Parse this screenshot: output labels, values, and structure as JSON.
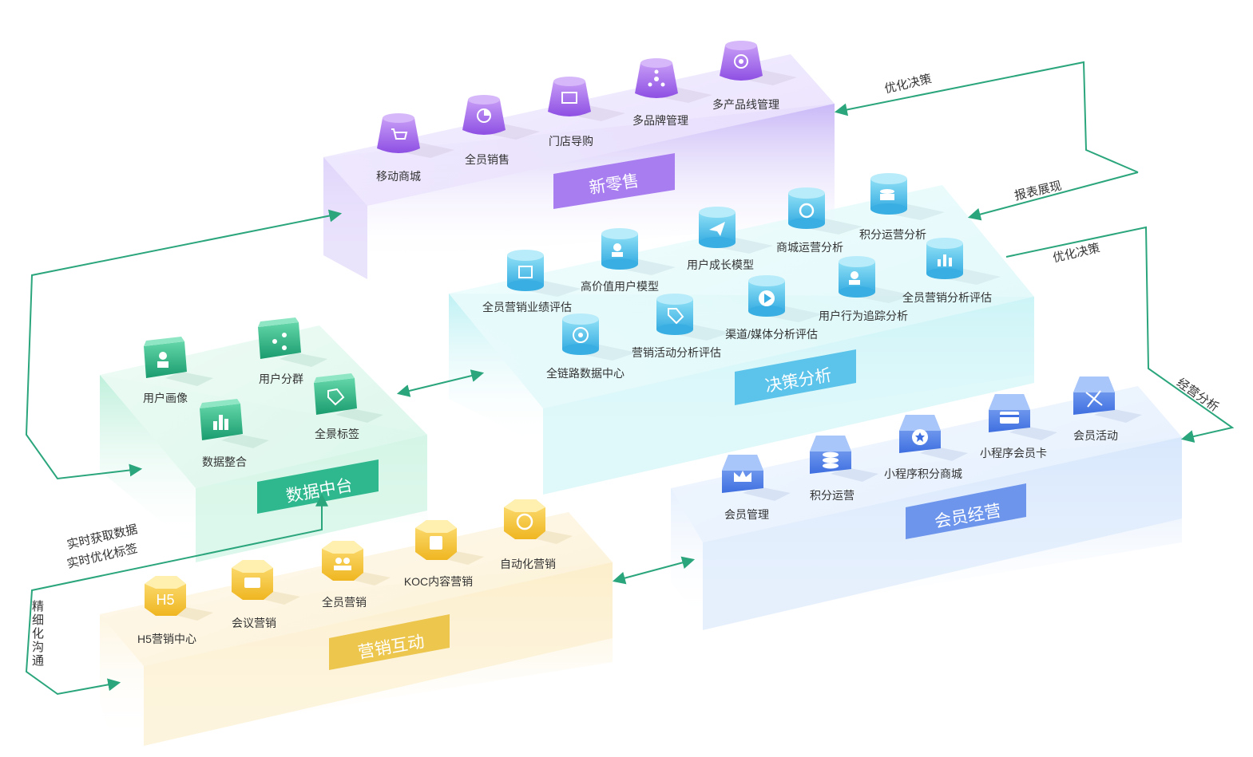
{
  "colors": {
    "retail": "#a77df0",
    "decision": "#5cc3ea",
    "data": "#2fb88e",
    "member": "#6d95ec",
    "marketing": "#ecc64d",
    "arrow": "#2aa57c"
  },
  "platforms": {
    "retail": {
      "title": "新零售",
      "items": [
        {
          "label": "移动商城",
          "icon": "cart-icon"
        },
        {
          "label": "全员销售",
          "icon": "pie-chart-icon"
        },
        {
          "label": "门店导购",
          "icon": "store-icon"
        },
        {
          "label": "多品牌管理",
          "icon": "network-icon"
        },
        {
          "label": "多产品线管理",
          "icon": "gear-network-icon"
        }
      ]
    },
    "decision": {
      "title": "决策分析",
      "items": [
        {
          "label": "全员营销业绩评估",
          "icon": "edit-chart-icon"
        },
        {
          "label": "高价值用户模型",
          "icon": "user-cube-icon"
        },
        {
          "label": "用户成长模型",
          "icon": "paper-plane-icon"
        },
        {
          "label": "商城运营分析",
          "icon": "refresh-icon"
        },
        {
          "label": "积分运营分析",
          "icon": "database-icon"
        },
        {
          "label": "全链路数据中心",
          "icon": "target-icon"
        },
        {
          "label": "营销活动分析评估",
          "icon": "tag-icon"
        },
        {
          "label": "渠道/媒体分析评估",
          "icon": "play-icon"
        },
        {
          "label": "用户行为追踪分析",
          "icon": "user-chart-icon"
        },
        {
          "label": "全员营销分析评估",
          "icon": "bar-chart-icon"
        }
      ]
    },
    "data": {
      "title": "数据中台",
      "items": [
        {
          "label": "用户画像",
          "icon": "user-profile-icon"
        },
        {
          "label": "用户分群",
          "icon": "share-icon"
        },
        {
          "label": "数据整合",
          "icon": "bar-chart-icon"
        },
        {
          "label": "全景标签",
          "icon": "tag-icon"
        }
      ]
    },
    "member": {
      "title": "会员经营",
      "items": [
        {
          "label": "会员管理",
          "icon": "crown-icon"
        },
        {
          "label": "积分运营",
          "icon": "coins-icon"
        },
        {
          "label": "小程序积分商城",
          "icon": "star-badge-icon"
        },
        {
          "label": "小程序会员卡",
          "icon": "card-icon"
        },
        {
          "label": "会员活动",
          "icon": "pinwheel-icon"
        }
      ]
    },
    "marketing": {
      "title": "营销互动",
      "items": [
        {
          "label": "H5营销中心",
          "icon": "h5-icon"
        },
        {
          "label": "会议营销",
          "icon": "message-icon"
        },
        {
          "label": "全员营销",
          "icon": "users-icon"
        },
        {
          "label": "KOC内容营销",
          "icon": "clipboard-icon"
        },
        {
          "label": "自动化营销",
          "icon": "auto-icon"
        }
      ]
    }
  },
  "flows": {
    "optimize_top": "优化决策",
    "report": "报表展现",
    "optimize_right": "优化决策",
    "operate": "经营分析",
    "realtime_1": "实时获取数据",
    "realtime_2": "实时优化标签",
    "refined": "精细化沟通"
  }
}
